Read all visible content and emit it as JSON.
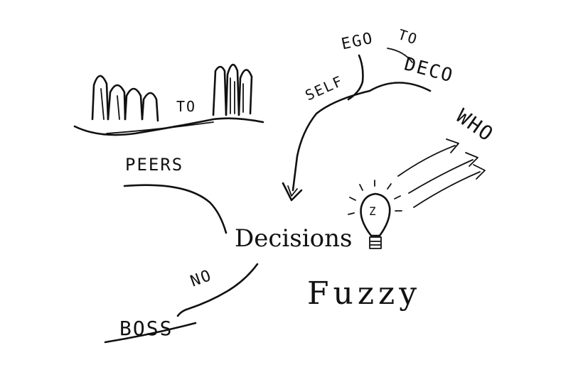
{
  "labels": {
    "to_top": "TO",
    "peers": "PEERS",
    "ego": "EGO",
    "to_ego": "TO",
    "deco": "DECO",
    "self": "SELF",
    "who": "WHO",
    "decisions": "Decisions",
    "bulb_letter": "Z",
    "fuzzy": "Fuzzy",
    "no": "NO",
    "boss": "BOSS"
  }
}
